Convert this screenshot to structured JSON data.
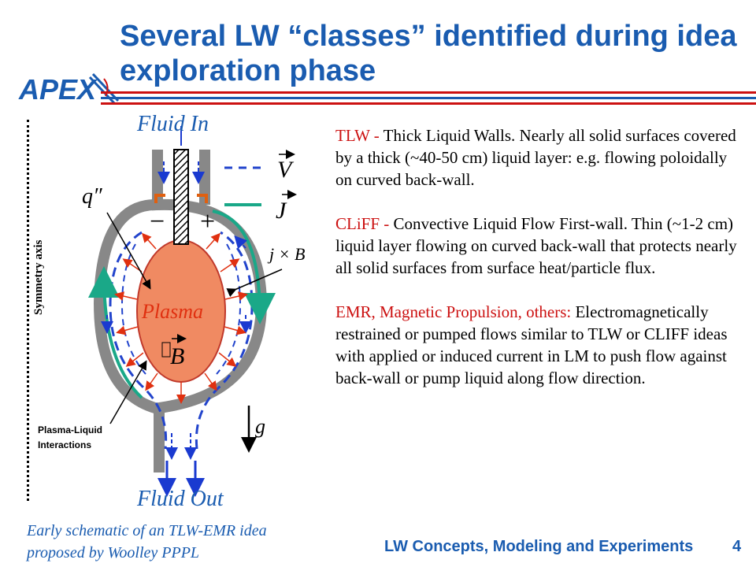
{
  "title": "Several LW “classes” identified during idea exploration phase",
  "logo_text": "APEX",
  "colors": {
    "title": "#1a5cb0",
    "red_accent": "#cc1111",
    "wall": "#888888",
    "plasma": "#f08a62",
    "flow_arrow": "#1aa888",
    "dashed_line": "#2244cc"
  },
  "diagram": {
    "fluid_in": "Fluid In",
    "fluid_out": "Fluid Out",
    "plasma": "Plasma",
    "symmetry_axis": "Symmetry axis",
    "plasma_liquid": "Plasma-Liquid\nInteractions",
    "q_label": "q″",
    "v_label": "V",
    "j_label": "J",
    "jxb_label": "j × B",
    "b_label": "B",
    "g_label": "g",
    "minus": "−",
    "plus": "+"
  },
  "caption": "Early schematic of an TLW-EMR idea\nproposed by Woolley PPPL",
  "paragraphs": [
    {
      "lead": "TLW -",
      "text": " Thick Liquid Walls. Nearly all solid surfaces covered by a thick (~40-50 cm) liquid layer: e.g. flowing poloidally on curved back-wall."
    },
    {
      "lead": "CLiFF -",
      "text": " Convective Liquid Flow First-wall. Thin (~1-2 cm) liquid layer flowing on curved back-wall that protects nearly all solid surfaces from surface heat/particle flux."
    },
    {
      "lead": "EMR, Magnetic Propulsion, others:",
      "text": " Electromagnetically restrained or pumped flows similar to TLW or CLIFF ideas with applied or induced current in LM to push flow against back-wall or pump liquid along flow direction."
    }
  ],
  "footer": "LW Concepts, Modeling and Experiments",
  "page_number": "4"
}
